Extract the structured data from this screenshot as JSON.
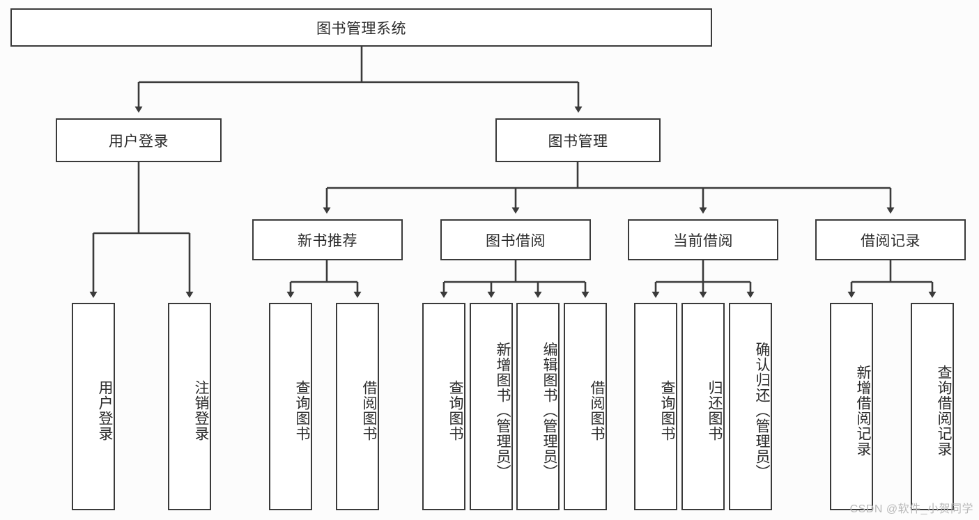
{
  "diagram": {
    "type": "tree",
    "title": "图书管理系统",
    "colors": {
      "background": "#fcfcfc",
      "node_fill": "#ffffff",
      "stroke": "#3a3a3a",
      "text": "#2b2b2b",
      "watermark": "#b9b9b9"
    },
    "root": {
      "label": "图书管理系统"
    },
    "level2": [
      {
        "label": "用户登录"
      },
      {
        "label": "图书管理"
      }
    ],
    "level3": [
      {
        "label": "新书推荐"
      },
      {
        "label": "图书借阅"
      },
      {
        "label": "当前借阅"
      },
      {
        "label": "借阅记录"
      }
    ],
    "leaves": {
      "user_login": [
        {
          "label": "用户登录"
        },
        {
          "label": "注销登录"
        }
      ],
      "new_book_recommend": [
        {
          "label": "查询图书"
        },
        {
          "label": "借阅图书"
        }
      ],
      "book_borrow": [
        {
          "label": "查询图书"
        },
        {
          "label": "新增图书（管理员）"
        },
        {
          "label": "编辑图书（管理员）"
        },
        {
          "label": "借阅图书"
        }
      ],
      "current_borrow": [
        {
          "label": "查询图书"
        },
        {
          "label": "归还图书"
        },
        {
          "label": "确认归还（管理员）"
        }
      ],
      "borrow_records": [
        {
          "label": "新增借阅记录"
        },
        {
          "label": "查询借阅记录"
        }
      ]
    },
    "watermark": "CSDN @软件_小贺同学"
  }
}
